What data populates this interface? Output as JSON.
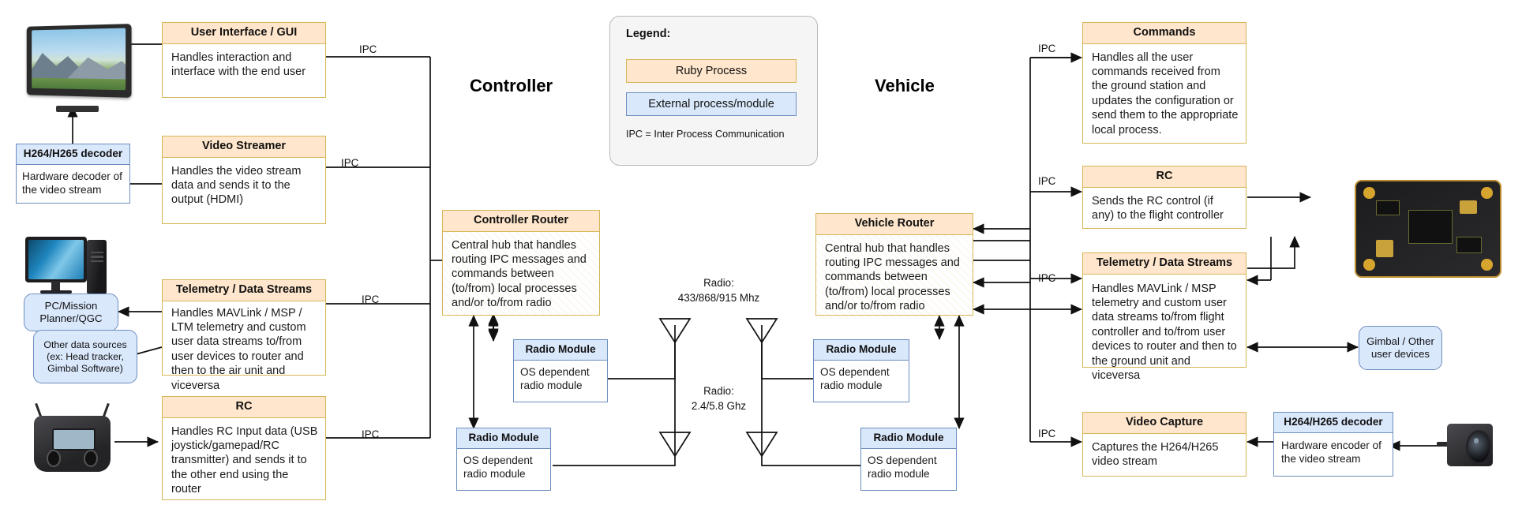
{
  "sections": {
    "controller_title": "Controller",
    "vehicle_title": "Vehicle"
  },
  "legend": {
    "title": "Legend:",
    "ruby_label": "Ruby Process",
    "external_label": "External process/module",
    "note": "IPC = Inter Process Communication",
    "ruby_color": "#ffe6cc",
    "ruby_border": "#d6b656",
    "external_color": "#dae8fc",
    "external_border": "#6c8ebf"
  },
  "controller": {
    "gui": {
      "title": "User Interface / GUI",
      "body": "Handles interaction and interface with the end user"
    },
    "video_streamer": {
      "title": "Video Streamer",
      "body": "Handles the video stream data and sends it to the output (HDMI)"
    },
    "decoder": {
      "title": "H264/H265 decoder",
      "body": "Hardware decoder of the video stream"
    },
    "telemetry": {
      "title": "Telemetry / Data Streams",
      "body": "Handles MAVLink / MSP / LTM telemetry and custom user data streams to/from user devices to router and then to the air unit and viceversa"
    },
    "rc": {
      "title": "RC",
      "body": "Handles RC Input data (USB joystick/gamepad/RC transmitter) and sends it to the other end using the router"
    },
    "router": {
      "title": "Controller Router",
      "body": "Central hub that handles routing IPC messages and commands between (to/from) local processes and/or to/from radio"
    },
    "radio_top": {
      "title": "Radio Module",
      "body": "OS dependent radio module"
    },
    "radio_bottom": {
      "title": "Radio Module",
      "body": "OS dependent radio module"
    },
    "pc_bubble": "PC/Mission Planner/QGC",
    "other_sources_bubble": "Other data sources (ex: Head tracker, Gimbal Software)"
  },
  "vehicle": {
    "commands": {
      "title": "Commands",
      "body": "Handles all the user commands received from the ground station and updates the configuration or send them to the appropriate local process."
    },
    "rc": {
      "title": "RC",
      "body": "Sends the RC control (if any) to the flight controller"
    },
    "telemetry": {
      "title": "Telemetry / Data Streams",
      "body": "Handles MAVLink / MSP telemetry and custom user data streams to/from flight controller and to/from user devices to router and then to the ground unit and viceversa"
    },
    "video_capture": {
      "title": "Video Capture",
      "body": "Captures the H264/H265 video stream"
    },
    "encoder": {
      "title": "H264/H265 decoder",
      "body": "Hardware encoder of the video stream"
    },
    "router": {
      "title": "Vehicle Router",
      "body": "Central hub that handles routing IPC messages and commands between (to/from) local processes and/or to/from radio"
    },
    "radio_top": {
      "title": "Radio Module",
      "body": "OS dependent radio module"
    },
    "radio_bottom": {
      "title": "Radio Module",
      "body": "OS dependent radio module"
    },
    "gimbal_bubble": "Gimbal / Other user devices"
  },
  "radio_links": {
    "top_line1": "Radio:",
    "top_line2": "433/868/915 Mhz",
    "bottom_line1": "Radio:",
    "bottom_line2": "2.4/5.8 Ghz"
  },
  "ipc_labels": {
    "gui": "IPC",
    "video_streamer": "IPC",
    "telemetry_ctrl": "IPC",
    "rc_ctrl": "IPC",
    "commands": "IPC",
    "rc_veh": "IPC",
    "telemetry_veh": "IPC",
    "video_capture": "IPC"
  }
}
